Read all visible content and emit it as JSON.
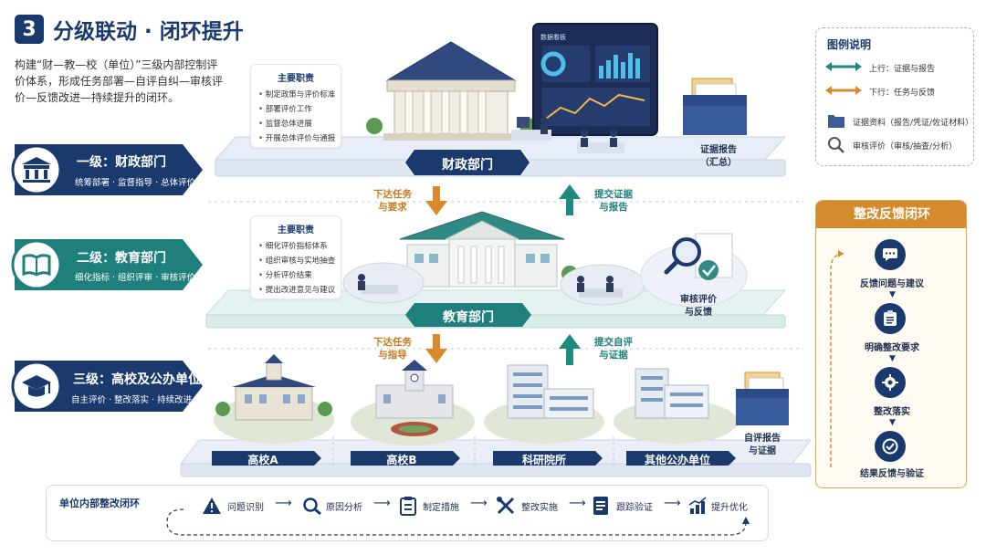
{
  "header": {
    "number": "3",
    "title": "分级联动 · 闭环提升",
    "intro": "构建“财—教—校（单位）”三级内部控制评价体系，形成任务部署—自评自纠—审核评价—反馈改进—持续提升的闭环。"
  },
  "tiers": [
    {
      "label": "一级：财政部门",
      "sub": "统筹部署 · 监督指导 · 总体评价"
    },
    {
      "label": "二级：教育部门",
      "sub": "细化指标 · 组织评审 · 审核评价"
    },
    {
      "label": "三级：高校及公办单位",
      "sub": "自主评价 · 整改落实 · 持续改进"
    }
  ],
  "level1": {
    "duty_title": "主要职责",
    "duties": [
      "制定政策与评价标准",
      "部署评价工作",
      "监督总体进展",
      "开展总体评价与通报"
    ],
    "screen_title": "数据看板",
    "bar_label": "财政部门",
    "side_label": [
      "证据报告",
      "（汇总）"
    ]
  },
  "flow1": {
    "down": [
      "下达任务",
      "与要求"
    ],
    "up": [
      "提交证据",
      "与报告"
    ]
  },
  "level2": {
    "duty_title": "主要职责",
    "duties": [
      "细化评价指标体系",
      "组织审核与实地抽查",
      "分析评价结果",
      "提出改进意见与建议"
    ],
    "bar_label": "教育部门",
    "side_label": [
      "审核评价",
      "与反馈"
    ]
  },
  "flow2": {
    "down": [
      "下达任务",
      "与指导"
    ],
    "up": [
      "提交自评",
      "与证据"
    ]
  },
  "level3": {
    "units": [
      "高校A",
      "高校B",
      "科研院所",
      "其他公办单位"
    ],
    "side_label": [
      "自评报告",
      "与证据"
    ]
  },
  "legend": {
    "title": "图例说明",
    "items": [
      "上行：证据与报告",
      "下行：任务与反馈",
      "证据资料（报告/凭证/佐证材料）",
      "审核评价（审核/抽查/分析）"
    ]
  },
  "feedback": {
    "title": "整改反馈闭环",
    "steps": [
      "反馈问题与建议",
      "明确整改要求",
      "整改落实",
      "结果反馈与验证"
    ]
  },
  "loop": {
    "title": "单位内部整改闭环",
    "steps": [
      "问题识别",
      "原因分析",
      "制定措施",
      "整改实施",
      "跟踪验证",
      "提升优化"
    ]
  },
  "colors": {
    "navy": "#1a3a6e",
    "teal": "#1f7f7d",
    "orange": "#d98a2b",
    "legend_up": "#1f8a7e"
  }
}
